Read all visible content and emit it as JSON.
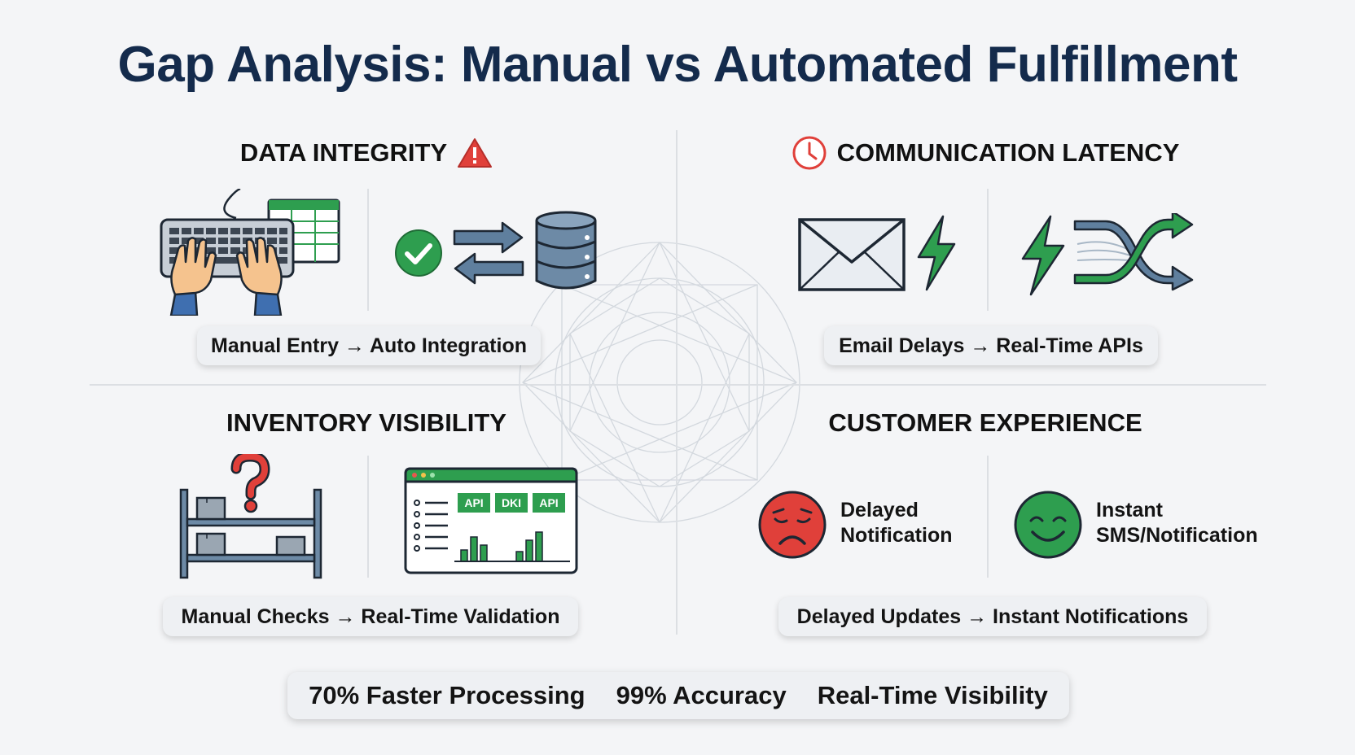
{
  "title": "Gap Analysis: Manual vs Automated Fulfillment",
  "sections": {
    "data_integrity": {
      "title": "DATA INTEGRITY",
      "pill": "Manual Entry → Auto Integration",
      "icons": [
        "keyboard-hands-icon",
        "spreadsheet-icon",
        "checkmark-icon",
        "sync-arrows-icon",
        "database-icon",
        "warning-icon"
      ]
    },
    "communication_latency": {
      "title": "COMMUNICATION LATENCY",
      "pill": "Email Delays → Real-Time APIs",
      "icons": [
        "clock-icon",
        "envelope-icon",
        "lightning-icon",
        "shuffle-arrows-icon"
      ]
    },
    "inventory_visibility": {
      "title": "INVENTORY VISIBILITY",
      "pill": "Manual Checks → Real-Time Validation",
      "icons": [
        "shelf-icon",
        "question-mark-icon",
        "dashboard-icon"
      ],
      "dashboard_tags": [
        "API",
        "DKI",
        "API"
      ]
    },
    "customer_experience": {
      "title": "CUSTOMER EXPERIENCE",
      "pill": "Delayed Updates → Instant Notifications",
      "sad_label_1": "Delayed",
      "sad_label_2": "Notification",
      "happy_label_1": "Instant",
      "happy_label_2": "SMS/Notification",
      "icons": [
        "sad-face-icon",
        "happy-face-icon"
      ]
    }
  },
  "stats": [
    "70% Faster Processing",
    "99% Accuracy",
    "Real-Time Visibility"
  ],
  "colors": {
    "title": "#142b4c",
    "green": "#2e9e4f",
    "red": "#e0403a",
    "steel": "#5f7f9e",
    "background": "#f4f5f7"
  }
}
